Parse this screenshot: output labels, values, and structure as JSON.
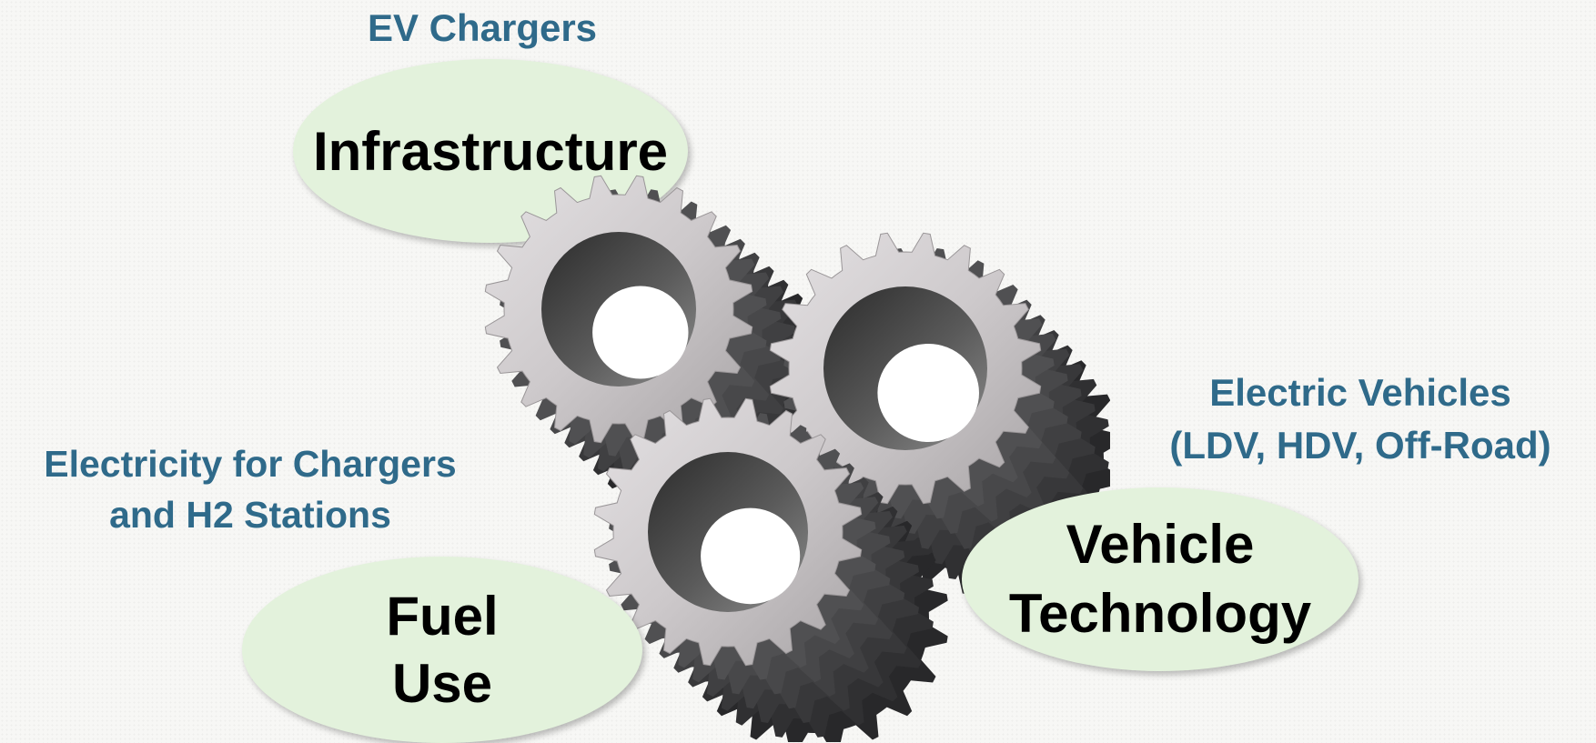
{
  "captions": {
    "ev_chargers": "EV Chargers",
    "electricity_line1": "Electricity for Chargers",
    "electricity_line2": "and H2 Stations",
    "vehicles_line1": "Electric Vehicles",
    "vehicles_line2": "(LDV, HDV, Off-Road)"
  },
  "ovals": {
    "infrastructure": "Infrastructure",
    "fuel_line1": "Fuel",
    "fuel_line2": "Use",
    "vehicle_line1": "Vehicle",
    "vehicle_line2": "Technology"
  },
  "colors": {
    "caption_text": "#2f6a8a",
    "oval_fill": "#e3f2dc",
    "gear_metal": "#c9c5c7"
  },
  "icons": [
    "gear-icon",
    "gear-icon",
    "gear-icon"
  ]
}
